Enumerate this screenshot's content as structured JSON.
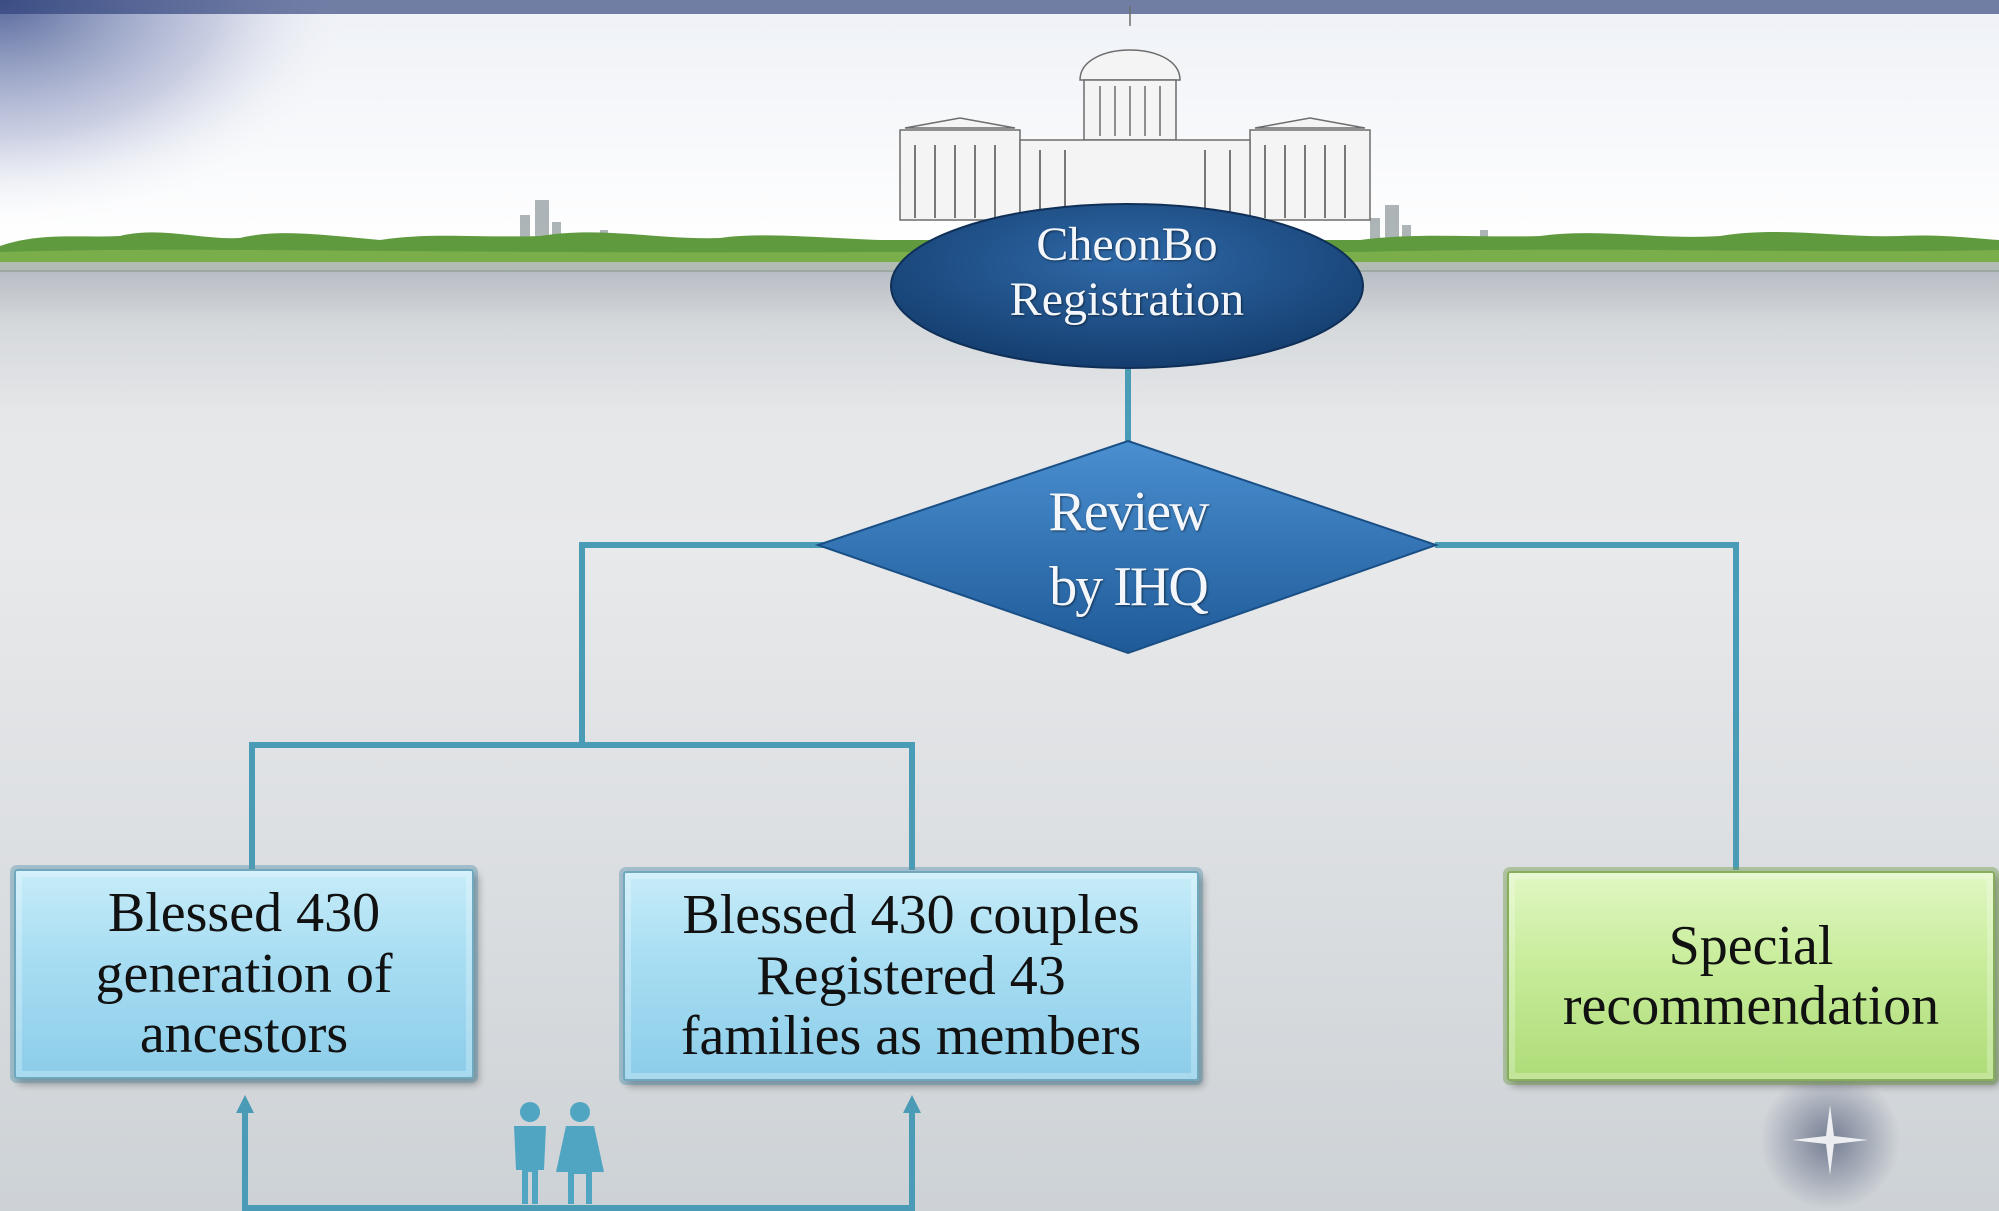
{
  "start_node": {
    "line1": "CheonBo",
    "line2": "Registration"
  },
  "decision_node": {
    "line1": "Review",
    "line2": "by IHQ"
  },
  "outcomes": {
    "ancestors": {
      "line1": "Blessed 430",
      "line2": "generation of",
      "line3": "ancestors"
    },
    "couples": {
      "line1": "Blessed 430 couples",
      "line2": "Registered 43",
      "line3": "families as members"
    },
    "special": {
      "line1": "Special",
      "line2": "recommendation"
    }
  },
  "icons": {
    "couple": "couple-icon",
    "building": "capitol-building-icon"
  },
  "colors": {
    "connector": "#4a9bb6",
    "ellipse": "#1d4f87",
    "diamond": "#2e6fb2",
    "blue_box": "#a9def3",
    "green_box": "#c7ec9a"
  }
}
